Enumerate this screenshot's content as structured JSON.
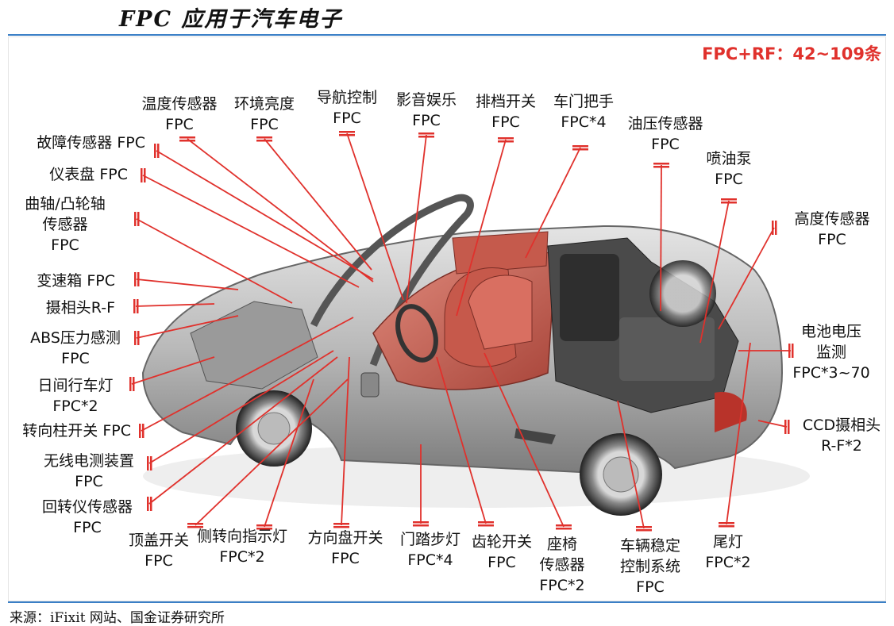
{
  "title": "FPC 应用于汽车电子",
  "badge": "FPC+RF：42~109条",
  "source": "来源：iFixit 网站、国金证券研究所",
  "colors": {
    "accent": "#e0312c",
    "rule": "#3a7fc6"
  },
  "labels": {
    "temp_sensor": [
      "温度传感器",
      "FPC"
    ],
    "ambient_light": [
      "环境亮度",
      "FPC"
    ],
    "navigation": [
      "导航控制",
      "FPC"
    ],
    "audio_video": [
      "影音娱乐",
      "FPC"
    ],
    "gear_switch": [
      "排档开关",
      "FPC"
    ],
    "door_handle": [
      "车门把手",
      "FPC*4"
    ],
    "oil_pressure": [
      "油压传感器",
      "FPC"
    ],
    "fuel_pump": [
      "喷油泵",
      "FPC"
    ],
    "height_sensor": [
      "高度传感器",
      "FPC"
    ],
    "fault_sensor": [
      "故障传感器 FPC"
    ],
    "dashboard": [
      "仪表盘 FPC"
    ],
    "crank_cam": [
      "曲轴/凸轮轴",
      "传感器",
      "FPC"
    ],
    "gearbox": [
      "变速箱 FPC"
    ],
    "camera": [
      "摄相头R-F"
    ],
    "abs_pressure": [
      "ABS压力感测",
      "FPC"
    ],
    "drl": [
      "日间行车灯",
      "FPC*2"
    ],
    "steering_col": [
      "转向柱开关 FPC"
    ],
    "wireless": [
      "无线电测装置",
      "FPC"
    ],
    "gyro": [
      "回转仪传感器",
      "FPC"
    ],
    "roof_switch": [
      "顶盖开关",
      "FPC"
    ],
    "side_turn": [
      "侧转向指示灯",
      "FPC*2"
    ],
    "steering_wheel": [
      "方向盘开关",
      "FPC"
    ],
    "door_step": [
      "门踏步灯",
      "FPC*4"
    ],
    "gear_wheel": [
      "齿轮开关",
      "FPC"
    ],
    "seat_sensor": [
      "座椅",
      "传感器",
      "FPC*2"
    ],
    "stability": [
      "车辆稳定",
      "控制系统",
      "FPC"
    ],
    "tail_light": [
      "尾灯",
      "FPC*2"
    ],
    "battery": [
      "电池电压",
      "监测",
      "FPC*3~70"
    ],
    "ccd_camera": [
      "CCD摄相头",
      "R-F*2"
    ]
  }
}
